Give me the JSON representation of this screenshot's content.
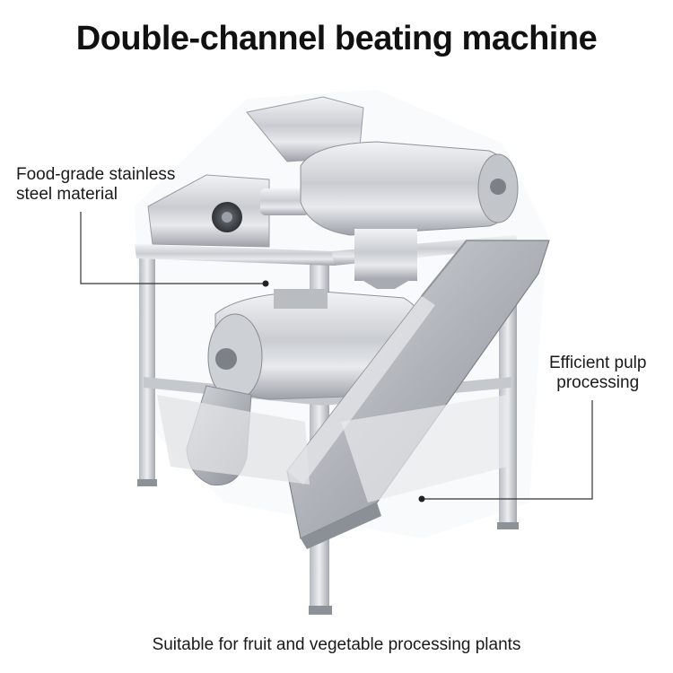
{
  "title": "Double-channel beating machine",
  "callouts": {
    "material_line1": "Food-grade stainless",
    "material_line2": "steel material",
    "pulp_line1": "Efficient pulp",
    "pulp_line2": "processing"
  },
  "caption": "Suitable for fruit and vegetable processing plants"
}
